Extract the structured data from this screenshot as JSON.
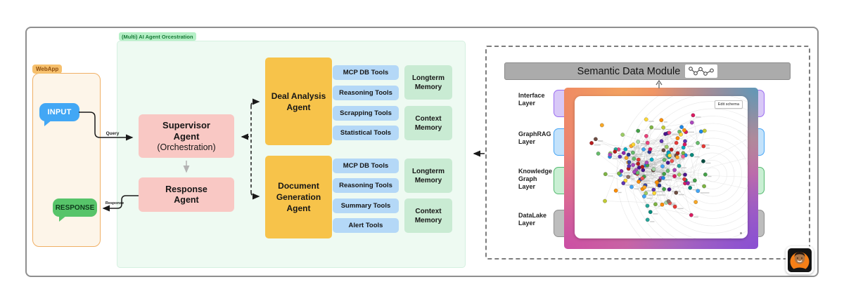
{
  "webapp": {
    "tag": "WebApp",
    "input_label": "INPUT",
    "response_label": "RESPONSE"
  },
  "orchestration": {
    "tag": "(Multi) AI Agent Orcestration",
    "supervisor": {
      "line1": "Supervisor",
      "line2": "Agent",
      "line3": "(Orchestration)"
    },
    "response_agent": {
      "line1": "Response",
      "line2": "Agent"
    },
    "deal_agent": {
      "line1": "Deal Analysis",
      "line2": "Agent"
    },
    "doc_agent": {
      "line1": "Document",
      "line2": "Generation",
      "line3": "Agent"
    },
    "arrow_labels": {
      "query": "Query",
      "response": "Response"
    },
    "deal_tools": [
      "MCP DB Tools",
      "Reasoning Tools",
      "Scrapping Tools",
      "Statistical Tools"
    ],
    "doc_tools": [
      "MCP DB Tools",
      "Reasoning Tools",
      "Summary Tools",
      "Alert Tools"
    ],
    "deal_memories": [
      "Longterm Memory",
      "Context Memory"
    ],
    "doc_memories": [
      "Longterm Memory",
      "Context Memory"
    ]
  },
  "semantic": {
    "title": "Semantic Data Module",
    "title_icon": "graph-network-icon",
    "edit_button": "Edit schema",
    "layers": [
      {
        "label": "Interface Layer",
        "fill": "#d8c8f7",
        "border": "#9a6cf0"
      },
      {
        "label": "GraphRAG Layer",
        "fill": "#c3e2fb",
        "border": "#47a5f4"
      },
      {
        "label": "Knowledge Graph Layer",
        "fill": "#c9efd3",
        "border": "#55ba70"
      },
      {
        "label": "DataLake Layer",
        "fill": "#bdbdbd",
        "border": "#8e8e8e"
      }
    ],
    "graph": {
      "seed": 11,
      "node_count": 150,
      "palette": [
        "#e53935",
        "#1e88e5",
        "#43a047",
        "#8e24aa",
        "#fb8c00",
        "#00897b",
        "#d81b60",
        "#fdd835",
        "#3949ab",
        "#6d4c41",
        "#c0ca33",
        "#00acc1",
        "#f06292",
        "#7cb342",
        "#5e35b1",
        "#ef5350",
        "#26a69a",
        "#ffa726",
        "#283593",
        "#66bb6a",
        "#ab47bc",
        "#8d6e63",
        "#42a5f5",
        "#9ccc65",
        "#ec407a",
        "#b71c1c",
        "#004d40",
        "#f9a825",
        "#4a148c",
        "#a5d6a7"
      ]
    }
  },
  "colors": {
    "input_bubble": "#42a7f5",
    "response_bubble": "#57c46a",
    "agent_pink": "#f9c8c4",
    "agent_yellow": "#f7c34a",
    "tool_blue": "#b4d8f7",
    "memory_green": "#c9ebd3",
    "module_header_gray": "#ababab"
  }
}
